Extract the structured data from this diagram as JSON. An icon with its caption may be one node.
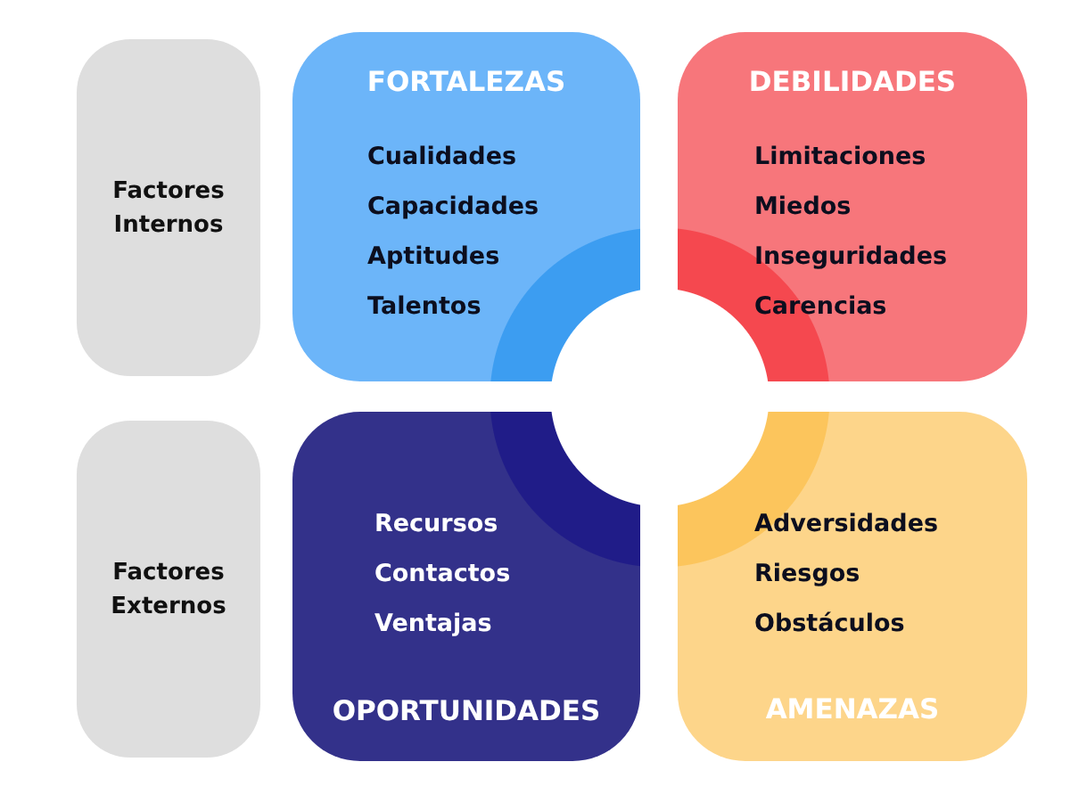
{
  "diagram": {
    "nodes": [
      {
        "text": [
          "Factores Internos"
        ]
      },
      {
        "text": [
          "FORTALEZAS",
          "Cualidades",
          "Capacidades",
          "Aptitudes",
          "Talentos"
        ]
      },
      {
        "text": [
          "DEBILIDADES",
          "Limitaciones",
          "Miedos",
          "Inseguridades",
          "Carencias"
        ]
      },
      {
        "text": [
          "Factores Externos"
        ]
      },
      {
        "text": [
          "Recursos",
          "Contactos",
          "Ventajas",
          "OPORTUNIDADES"
        ]
      },
      {
        "text": [
          "Adversidades",
          "Riesgos",
          "Obstáculos",
          "AMENAZAS"
        ]
      }
    ]
  }
}
